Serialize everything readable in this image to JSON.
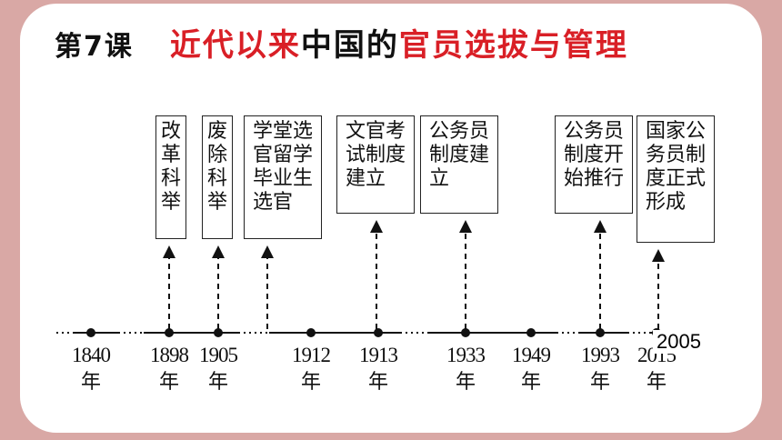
{
  "title": {
    "lesson": "第7课",
    "part1": "近代以来",
    "part2": "中国的",
    "part3": "官员选拔与管理"
  },
  "events": [
    {
      "text": [
        "改",
        "革",
        "科",
        "举"
      ],
      "year": "1898"
    },
    {
      "text": [
        "废",
        "除",
        "科",
        "举"
      ],
      "year": "1905"
    },
    {
      "text": [
        "学堂选",
        "官留学",
        "毕业生",
        "选官"
      ],
      "year": "1912"
    },
    {
      "text": [
        "文官考",
        "试制度",
        "建立"
      ],
      "year": "1913"
    },
    {
      "text": [
        "公务员",
        "制度建",
        "立"
      ],
      "year": "1933"
    },
    {
      "text": [
        "公务员",
        "制度开",
        "始推行"
      ],
      "year": "1993"
    },
    {
      "text": [
        "国家公",
        "务员制",
        "度正式",
        "形成"
      ],
      "year": "2005"
    }
  ],
  "years": [
    {
      "num": "1840",
      "unit": "年"
    },
    {
      "num": "1898",
      "unit": "年"
    },
    {
      "num": "1905",
      "unit": "年"
    },
    {
      "num": "1912",
      "unit": "年"
    },
    {
      "num": "1913",
      "unit": "年"
    },
    {
      "num": "1933",
      "unit": "年"
    },
    {
      "num": "1949",
      "unit": "年"
    },
    {
      "num": "1993",
      "unit": "年"
    },
    {
      "num": "2015",
      "unit": "年"
    }
  ],
  "overlay_year": "2005",
  "colors": {
    "frame": "#d9a8a5",
    "title_red": "#d91f26",
    "ink": "#111111"
  }
}
